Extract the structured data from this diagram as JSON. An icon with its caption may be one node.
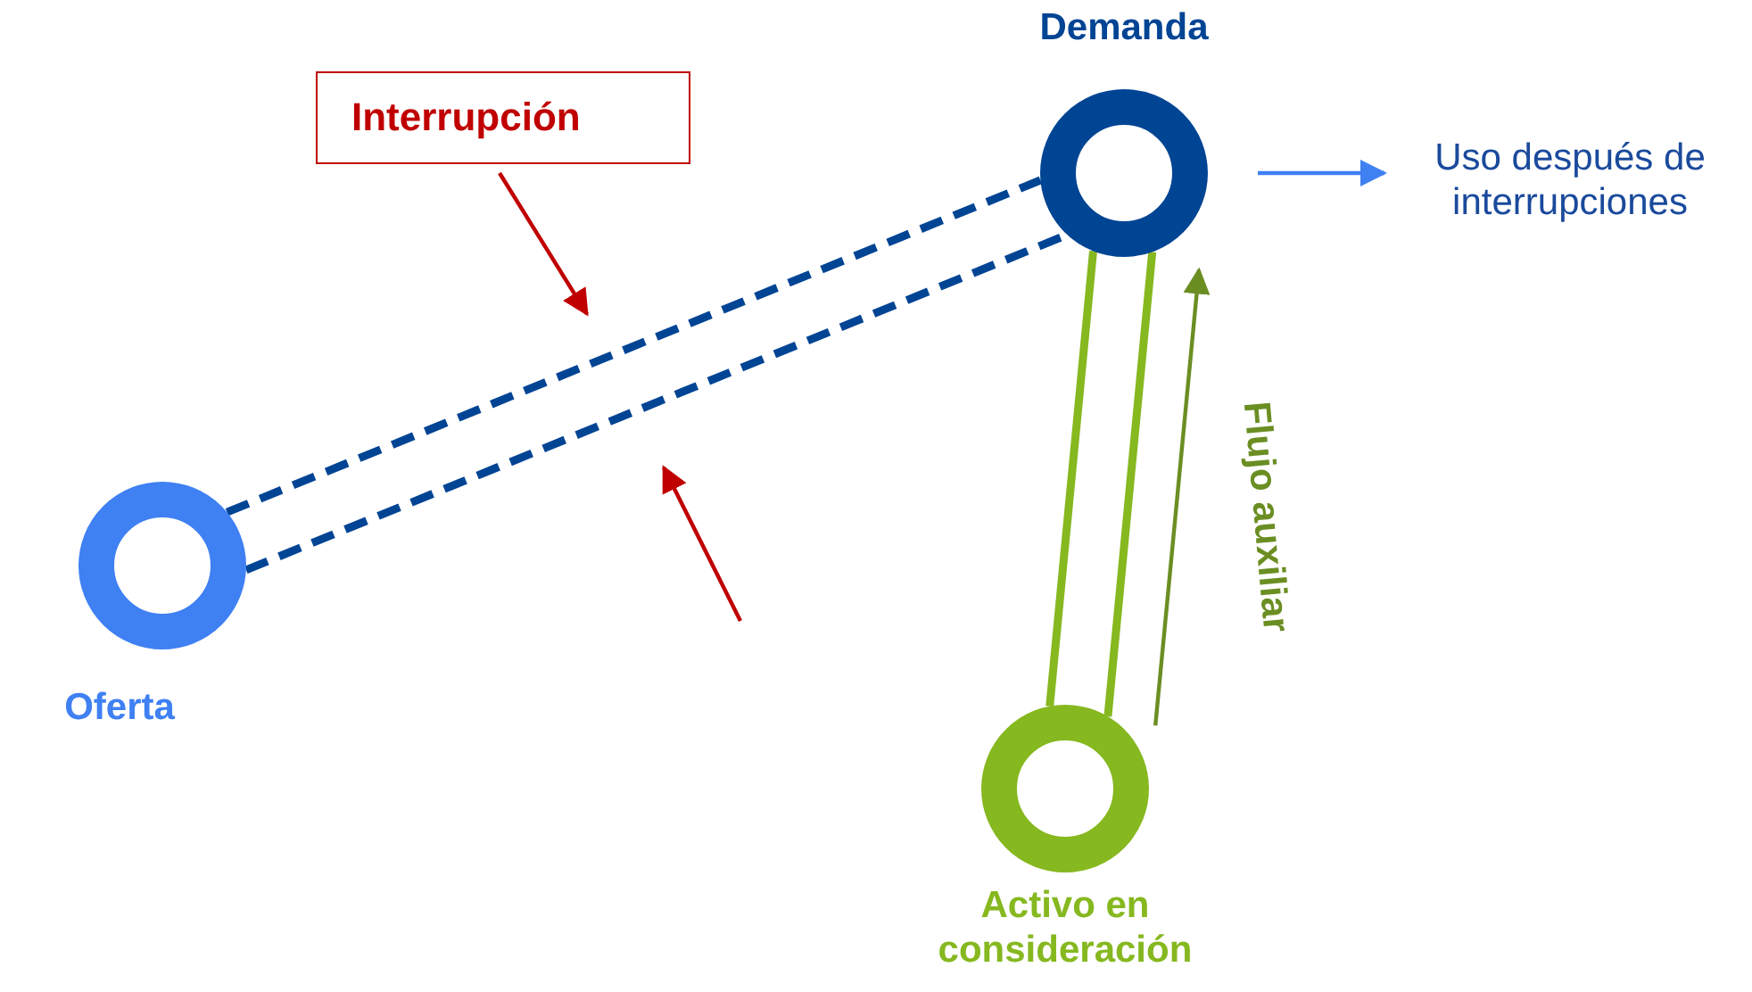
{
  "diagram": {
    "nodes": [
      {
        "text": [
          "Demanda"
        ]
      },
      {
        "text": [
          "Oferta"
        ]
      },
      {
        "text": [
          "Activo en consideración"
        ]
      },
      {
        "text": [
          "Interrupción"
        ]
      },
      {
        "text": [
          "Uso después de interrupciones"
        ]
      }
    ],
    "edges": [
      {
        "from": 1,
        "to": 0,
        "arrow": "none",
        "style": "dashed",
        "color": "#004494"
      },
      {
        "from": 1,
        "to": 0,
        "arrow": "none",
        "style": "dashed",
        "color": "#004494"
      },
      {
        "from": 2,
        "to": 0,
        "arrow": "none",
        "color": "#86b81f"
      },
      {
        "from": 2,
        "to": 0,
        "arrow": "none",
        "color": "#86b81f"
      },
      {
        "from": 2,
        "to": 0,
        "arrow": "to",
        "label": "Flujo auxiliar",
        "color": "#6b8e23"
      },
      {
        "from": 0,
        "to": 4,
        "arrow": "to",
        "color": "#3f80f3"
      },
      {
        "from": 3,
        "to": null,
        "arrow": "to",
        "color": "#c00000"
      }
    ]
  }
}
